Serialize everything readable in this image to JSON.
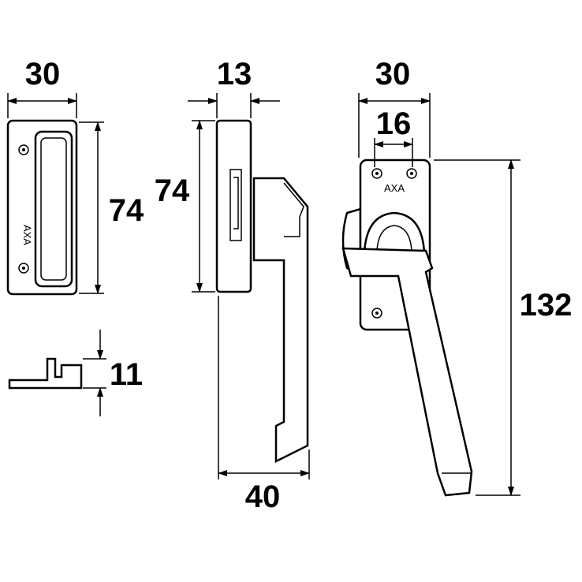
{
  "dimensions": {
    "keeper_width": "30",
    "keeper_height": "74",
    "profile_height": "11",
    "side_height": "74",
    "side_depth": "13",
    "side_projection": "40",
    "front_width": "30",
    "hole_spacing": "16",
    "total_height": "132"
  },
  "brand": {
    "keeper_logo": "AXA",
    "handle_logo": "AXA"
  }
}
